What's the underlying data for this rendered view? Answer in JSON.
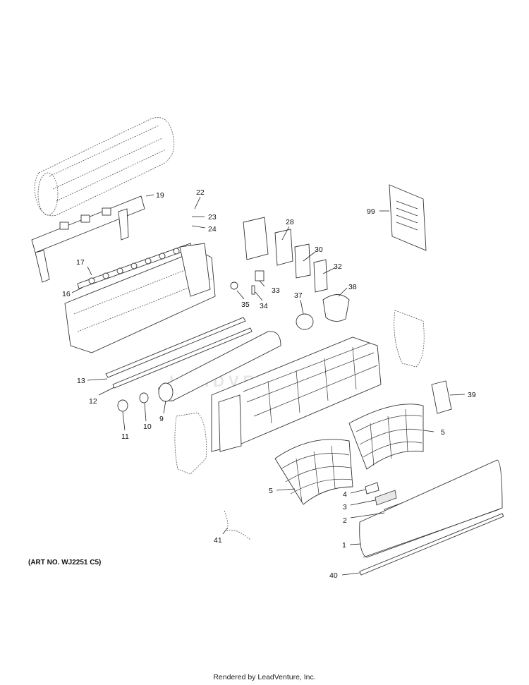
{
  "callouts": {
    "p1": "1",
    "p2": "2",
    "p3": "3",
    "p4": "4",
    "p5a": "5",
    "p5b": "5",
    "p9": "9",
    "p10": "10",
    "p11": "11",
    "p12": "12",
    "p13": "13",
    "p16": "16",
    "p17": "17",
    "p19": "19",
    "p22": "22",
    "p23": "23",
    "p24": "24",
    "p28": "28",
    "p30": "30",
    "p32": "32",
    "p33": "33",
    "p34": "34",
    "p35": "35",
    "p37": "37",
    "p38": "38",
    "p39": "39",
    "p40": "40",
    "p41": "41",
    "p99": "99"
  },
  "art_number": "(ART NO. WJ2251 C5)",
  "footer_text": "Rendered by LeadVenture, Inc.",
  "watermark_text": "LEADVENTURE"
}
